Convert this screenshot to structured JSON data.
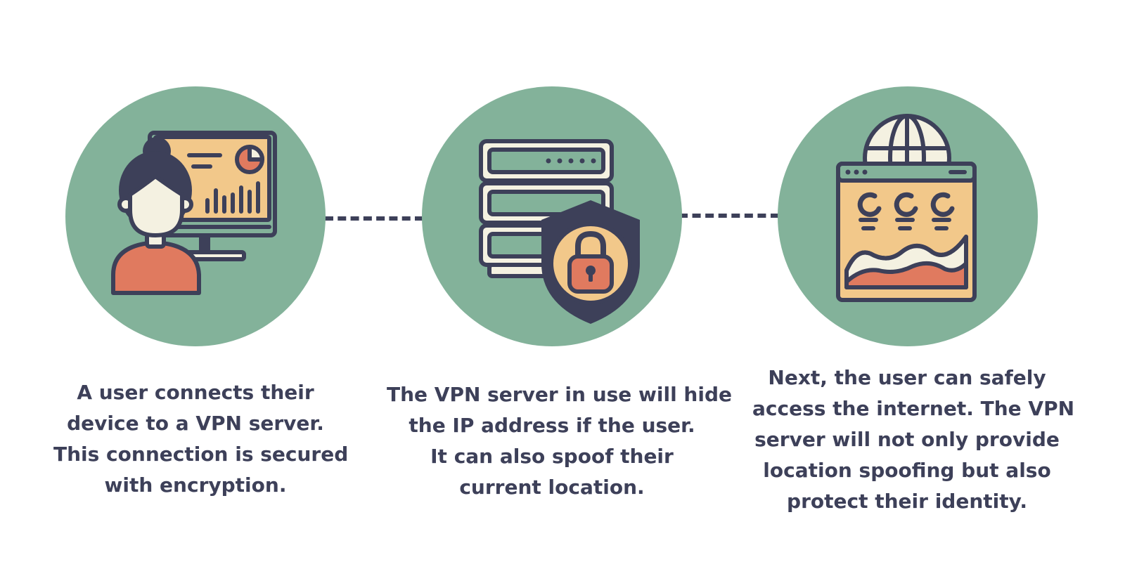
{
  "colors": {
    "circle": "#83b29a",
    "outline": "#3d4059",
    "panel": "#f2c88a",
    "accent": "#e07a5f",
    "cream": "#f4f1e1",
    "text": "#3d4059",
    "background": "#ffffff"
  },
  "steps": [
    {
      "icon": "user-computer-icon",
      "caption_lines": [
        "A user connects their",
        "device to a VPN server.",
        "This connection is secured",
        "with encryption."
      ]
    },
    {
      "icon": "secure-server-icon",
      "caption_lines": [
        "The VPN server in use will hide",
        "the IP address if the user.",
        "It can also spoof their",
        "current location."
      ]
    },
    {
      "icon": "globe-browser-icon",
      "caption_lines": [
        "Next, the user can safely",
        "access the internet. The VPN",
        "server will not only provide",
        "location spoofing but also",
        "protect their identity."
      ]
    }
  ]
}
